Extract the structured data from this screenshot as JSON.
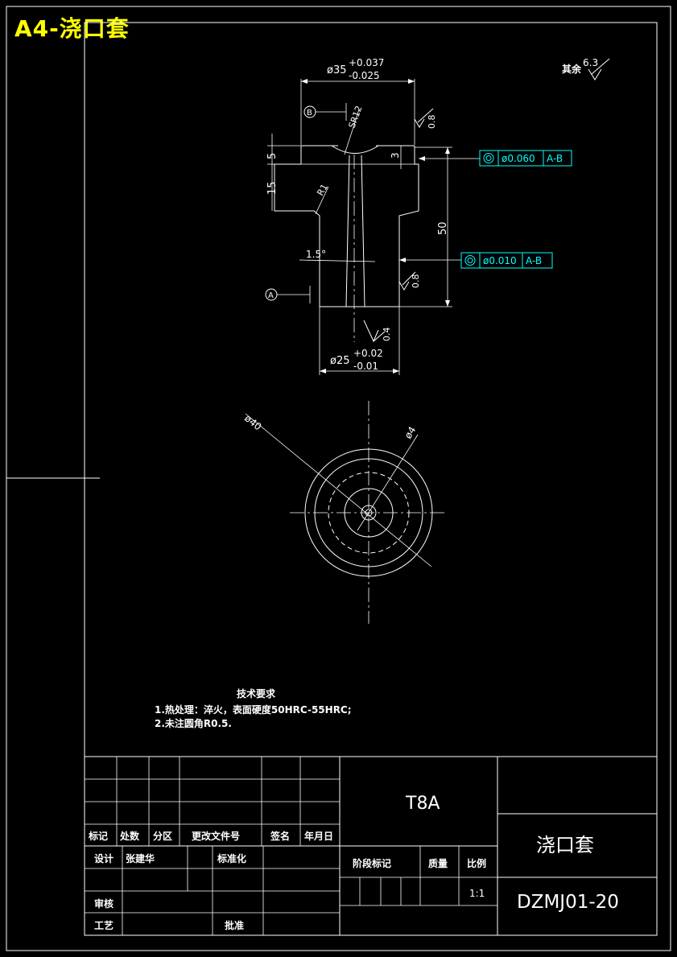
{
  "sheet_label": "A4-浇口套",
  "roughness_note": {
    "prefix": "其余",
    "value": "6.3"
  },
  "dimensions": {
    "top_diameter": {
      "nominal": "ø35",
      "upper": "+0.037",
      "lower": "-0.025"
    },
    "bottom_diameter": {
      "nominal": "ø25",
      "upper": "+0.02",
      "lower": "-0.01"
    },
    "sr": "SR12",
    "h5": "5",
    "h15": "15",
    "h3": "3",
    "h50": "50",
    "r1": "R1",
    "taper": "1.5°",
    "rough_top": "0.8",
    "rough_side": "0.8",
    "rough_hole": "0.4",
    "plan_outer": "ø40",
    "plan_hole": "ø4"
  },
  "datums": {
    "a": "A",
    "b": "B"
  },
  "tolerance_frames": [
    {
      "symbol": "◎",
      "value": "ø0.060",
      "datum": "A-B"
    },
    {
      "symbol": "◎",
      "value": "ø0.010",
      "datum": "A-B"
    }
  ],
  "tech_requirements": {
    "title": "技术要求",
    "items": [
      "1.热处理：淬火，表面硬度50HRC-55HRC;",
      "2.未注圆角R0.5."
    ]
  },
  "title_block": {
    "material": "T8A",
    "part_name": "浇口套",
    "drawing_no": "DZMJ01-20",
    "scale": "1:1",
    "headers": [
      "标记",
      "处数",
      "分区",
      "更改文件号",
      "签名",
      "年月日"
    ],
    "design_label": "设计",
    "designer": "张建华",
    "standard_label": "标准化",
    "review_label": "审核",
    "process_label": "工艺",
    "approve_label": "批准",
    "stage_label": "阶段标记",
    "weight_label": "质量",
    "scale_label": "比例"
  }
}
